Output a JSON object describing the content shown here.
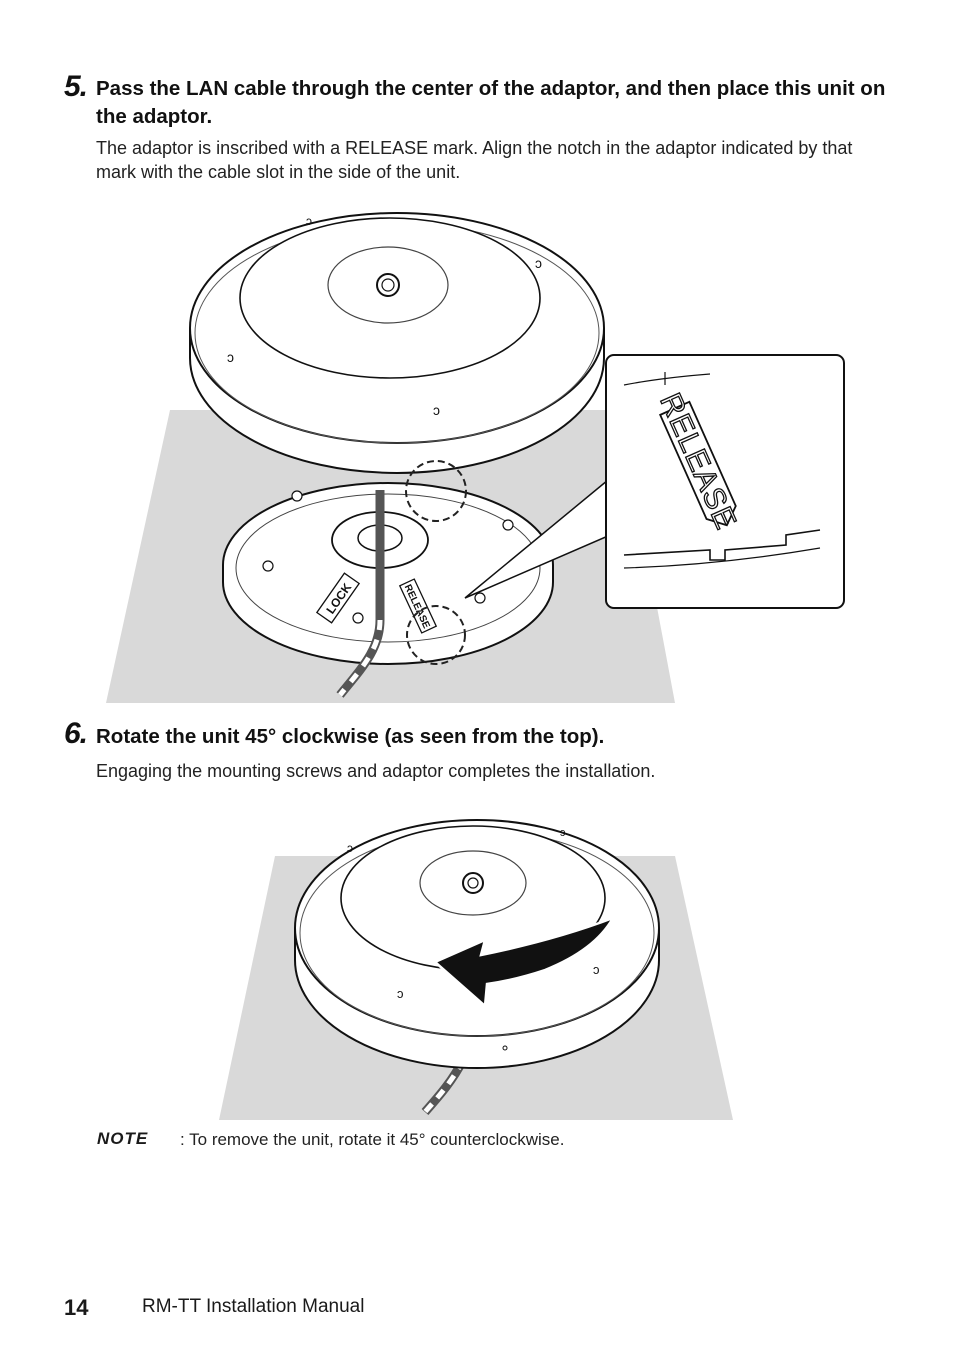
{
  "steps": [
    {
      "number": "5.",
      "title": "Pass the LAN cable through the center of the adaptor, and then place this unit on the adaptor.",
      "body": "The adaptor is inscribed with a RELEASE mark. Align the notch in the adaptor indicated by that mark with the cable slot in the side of the unit."
    },
    {
      "number": "6.",
      "title": "Rotate the unit 45° clockwise (as seen from the top).",
      "body": "Engaging the mounting screws and adaptor completes the installation."
    }
  ],
  "figure1": {
    "callout_label": "RELEASE",
    "adaptor_labels": [
      "LOCK",
      "RELEASE"
    ]
  },
  "note": {
    "label": "NOTE",
    "text": ": To remove the unit, rotate it 45° counterclockwise."
  },
  "footer": {
    "page_number": "14",
    "manual_title": "RM-TT Installation Manual"
  }
}
